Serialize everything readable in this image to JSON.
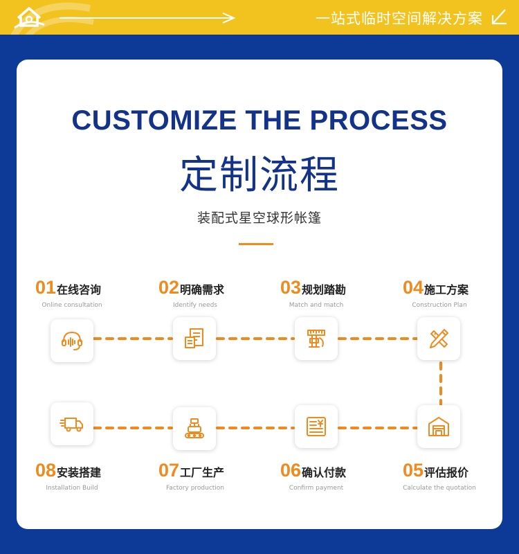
{
  "header": {
    "slogan": "一站式临时空间解决方案",
    "accent_color": "#f2c31f"
  },
  "card": {
    "title_en": "CUSTOMIZE THE PROCESS",
    "title_cn": "定制流程",
    "subtitle": "装配式星空球形帐篷"
  },
  "colors": {
    "background": "#0d3a96",
    "title": "#13338a",
    "highlight": "#f08a1d"
  },
  "steps": [
    {
      "num": "01",
      "name": "在线咨询",
      "sub": "Online consultation",
      "icon": "headset-icon"
    },
    {
      "num": "02",
      "name": "明确需求",
      "sub": "Identify needs",
      "icon": "document-icon"
    },
    {
      "num": "03",
      "name": "规划踏勘",
      "sub": "Match and match",
      "icon": "survey-icon"
    },
    {
      "num": "04",
      "name": "施工方案",
      "sub": "Construction Plan",
      "icon": "pencil-ruler-icon"
    },
    {
      "num": "05",
      "name": "评估报价",
      "sub": "Calculate the quotation",
      "icon": "warehouse-icon"
    },
    {
      "num": "06",
      "name": "确认付款",
      "sub": "Confirm payment",
      "icon": "invoice-icon"
    },
    {
      "num": "07",
      "name": "工厂生产",
      "sub": "Factory production",
      "icon": "robot-arm-icon"
    },
    {
      "num": "08",
      "name": "安装搭建",
      "sub": "Installation Build",
      "icon": "truck-icon"
    }
  ]
}
